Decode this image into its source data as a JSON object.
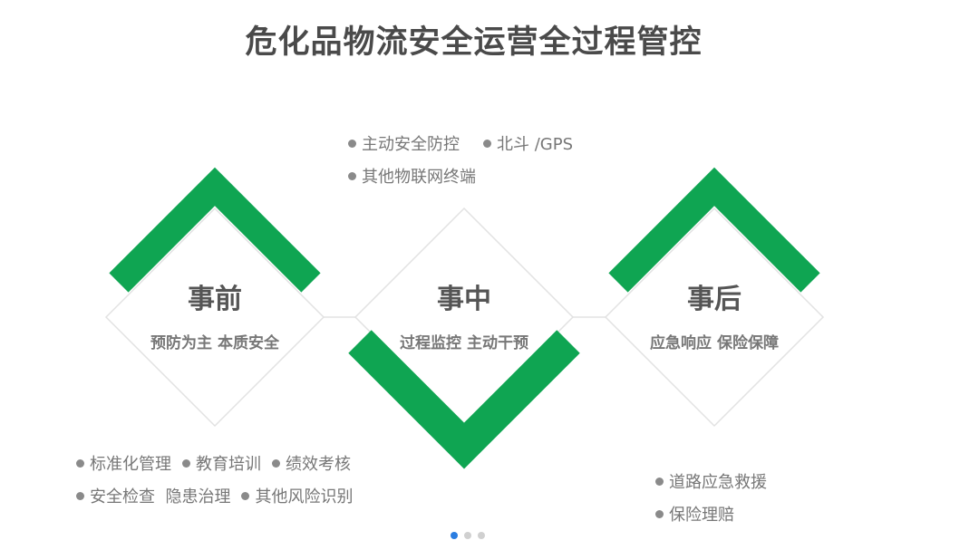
{
  "title": "危化品物流安全运营全过程管控",
  "colors": {
    "accent": "#0fa552",
    "text_dark": "#555555",
    "text_muted": "#777777",
    "active_dot": "#2a7de1"
  },
  "stages": [
    {
      "title": "事前",
      "subtitle": "预防为主 本质安全"
    },
    {
      "title": "事中",
      "subtitle": "过程监控 主动干预"
    },
    {
      "title": "事后",
      "subtitle": "应急响应 保险保障"
    }
  ],
  "bullets": {
    "top": [
      [
        "主动安全防控",
        "北斗 /GPS"
      ],
      [
        "其他物联网终端"
      ]
    ],
    "bottom_left": [
      [
        "标准化管理",
        "教育培训",
        "绩效考核"
      ],
      [
        "安全检查  隐患治理",
        "其他风险识别"
      ]
    ],
    "bottom_right": [
      [
        "道路应急救援"
      ],
      [
        "保险理赔"
      ]
    ]
  },
  "pager": {
    "count": 3,
    "active": 0
  }
}
